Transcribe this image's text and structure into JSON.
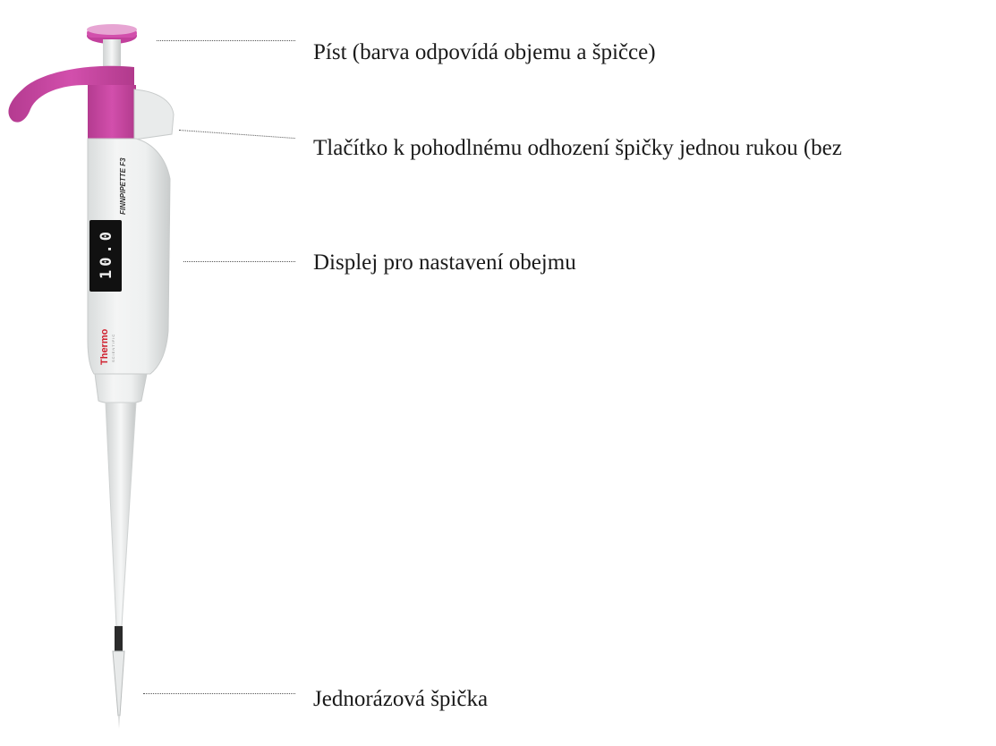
{
  "pipette": {
    "brand_text": "Thermo",
    "brand_subtext": "SCIENTIFIC",
    "model_text": "FINNPIPETTE F3",
    "display_value": "10.0",
    "accent_color": "#c2409c",
    "icon": "pipette-icon"
  },
  "labels": {
    "plunger": "Píst (barva odpovídá objemu a špičce)",
    "ejector": "Tlačítko k pohodlnému odhození špičky jednou rukou (bez",
    "display": "Displej pro nastavení obejmu",
    "tip": "Jednorázová špička"
  }
}
